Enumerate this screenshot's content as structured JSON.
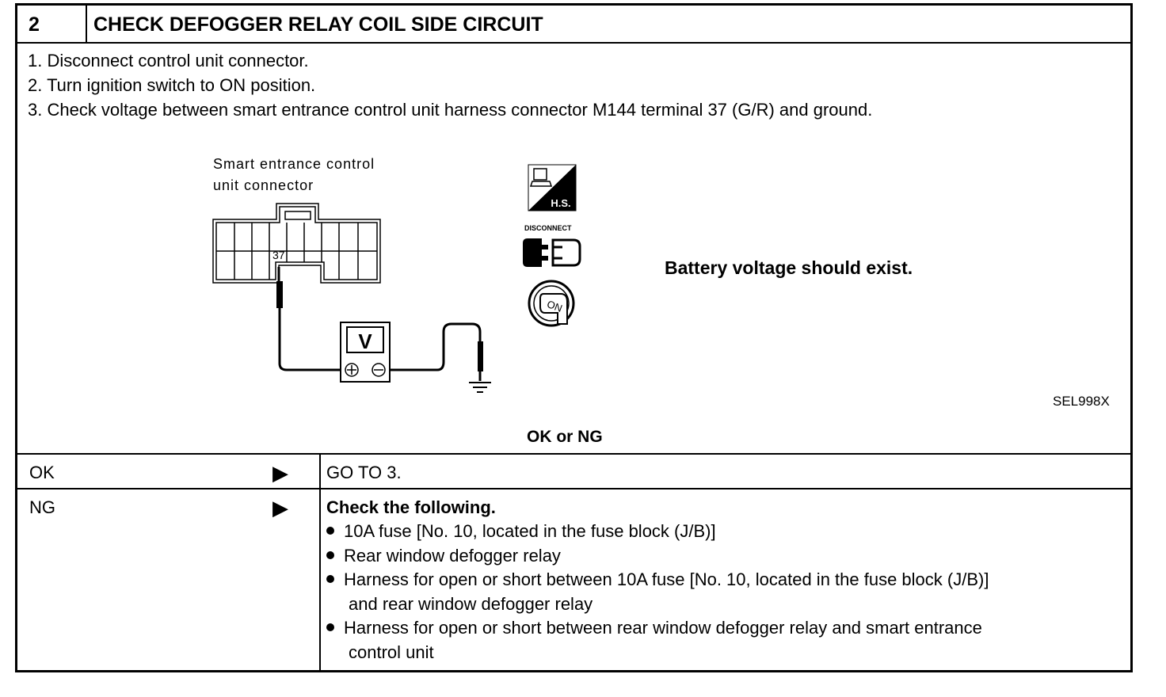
{
  "header": {
    "step_number": "2",
    "title": "CHECK DEFOGGER RELAY COIL SIDE CIRCUIT"
  },
  "instructions": [
    "1.  Disconnect control unit connector.",
    "2.  Turn ignition switch to ON position.",
    "3.  Check voltage between smart entrance control unit harness connector M144 terminal 37 (G/R) and ground."
  ],
  "diagram": {
    "connector_label_line1": "Smart entrance control",
    "connector_label_line2": "unit connector",
    "terminal_number": "37",
    "meter_symbol": "V",
    "hs_icon_text": "H.S.",
    "disconnect_icon_text": "DISCONNECT",
    "key_icon_text": "ON",
    "figure_id": "SEL998X",
    "icons": [
      "harness-side-icon",
      "disconnect-icon",
      "ignition-key-on-icon",
      "voltmeter-icon",
      "ground-icon"
    ]
  },
  "expected_result": "Battery voltage should exist.",
  "ok_or_ng": "OK or NG",
  "results": {
    "ok": {
      "label": "OK",
      "action": "GO TO 3."
    },
    "ng": {
      "label": "NG",
      "action_title": "Check the following.",
      "items": [
        {
          "line1": "10A fuse [No. 10, located in the fuse block (J/B)]",
          "line2": ""
        },
        {
          "line1": "Rear window defogger relay",
          "line2": ""
        },
        {
          "line1": "Harness for open or short between 10A fuse [No. 10, located in the fuse block (J/B)]",
          "line2": "and rear window defogger relay"
        },
        {
          "line1": "Harness for open or short between rear window defogger relay and smart entrance",
          "line2": "control unit"
        }
      ]
    }
  }
}
